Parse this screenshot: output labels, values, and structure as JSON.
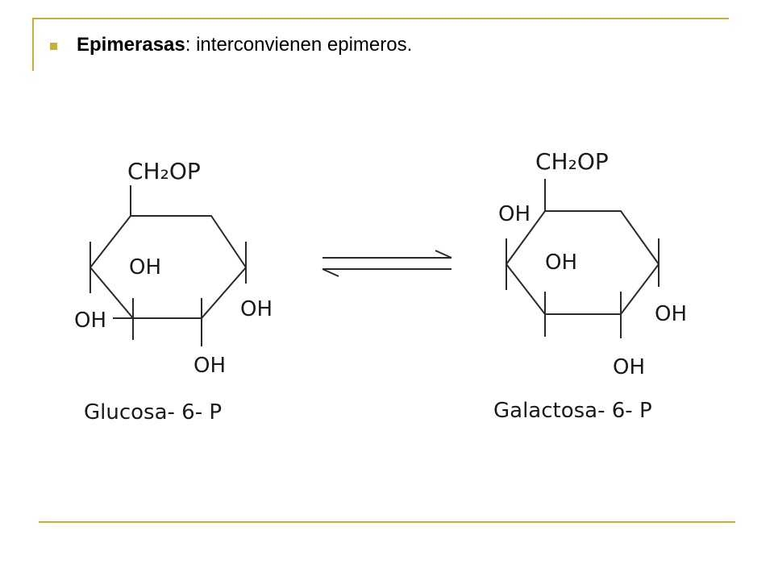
{
  "slide": {
    "bullet_term": "Epimerasas",
    "bullet_rest": ": interconvienen epimeros."
  },
  "diagram": {
    "left": {
      "ch2op": "CH₂OP",
      "ring_oh": "OH",
      "oh_left": "OH",
      "oh_right": "OH",
      "oh_bottom": "OH",
      "caption": "Glucosa- 6- P"
    },
    "right": {
      "ch2op": "CH₂OP",
      "oh_top_left": "OH",
      "ring_oh": "OH",
      "oh_right": "OH",
      "oh_bottom": "OH",
      "caption": "Galactosa- 6- P"
    }
  },
  "colors": {
    "accent": "#c9b035",
    "line": "#2a2a2a"
  }
}
